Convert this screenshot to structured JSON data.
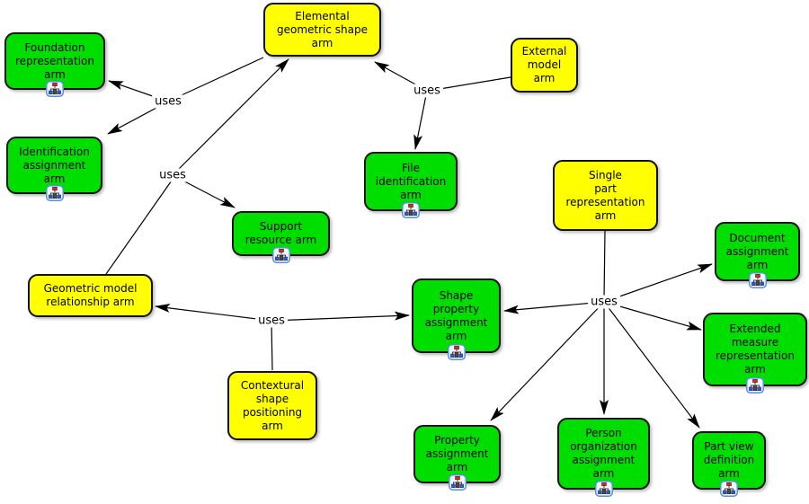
{
  "diagram_type": "concept-map",
  "colors": {
    "node_green": "#00de00",
    "node_yellow": "#ffff00",
    "node_border": "#111111",
    "connector": "#000000",
    "icon_border": "#5a8ede",
    "icon_node_red": "#c23328",
    "icon_node_blue": "#3457c4"
  },
  "nodes": {
    "foundation": {
      "label": "Foundation\nrepresentation\narm",
      "color": "green",
      "icon": "org-chart-resource-icon"
    },
    "identification": {
      "label": "Identification\nassignment\narm",
      "color": "green",
      "icon": "org-chart-resource-icon"
    },
    "elemental": {
      "label": "Elemental\ngeometric shape\narm",
      "color": "yellow"
    },
    "external": {
      "label": "External\nmodel\narm",
      "color": "yellow"
    },
    "file_id": {
      "label": "File\nidentification\narm",
      "color": "green",
      "icon": "org-chart-resource-icon"
    },
    "support": {
      "label": "Support\nresource arm",
      "color": "green",
      "icon": "org-chart-resource-icon"
    },
    "single_part": {
      "label": "Single\npart\nrepresentation\narm",
      "color": "yellow"
    },
    "geometric": {
      "label": "Geometric model\nrelationship arm",
      "color": "yellow"
    },
    "shape_property": {
      "label": "Shape\nproperty\nassignment\narm",
      "color": "green",
      "icon": "org-chart-resource-icon"
    },
    "document": {
      "label": "Document\nassignment\narm",
      "color": "green",
      "icon": "org-chart-resource-icon"
    },
    "extended": {
      "label": "Extended\nmeasure\nrepresentation\narm",
      "color": "green",
      "icon": "org-chart-resource-icon"
    },
    "contextural": {
      "label": "Contextural\nshape\npositioning\narm",
      "color": "yellow"
    },
    "property": {
      "label": "Property\nassignment\narm",
      "color": "green",
      "icon": "org-chart-resource-icon"
    },
    "person_org": {
      "label": "Person\norganization\nassignment\narm",
      "color": "green",
      "icon": "org-chart-resource-icon"
    },
    "part_view": {
      "label": "Part view\ndefinition\narm",
      "color": "green",
      "icon": "org-chart-resource-icon"
    }
  },
  "links": [
    {
      "label": "uses",
      "source": "elemental-geometric-shape-arm",
      "targets": [
        "foundation-representation-arm",
        "identification-assignment-arm"
      ]
    },
    {
      "label": "uses",
      "source": "geometric-model-relationship-arm",
      "targets": [
        "elemental-geometric-shape-arm",
        "support-resource-arm"
      ]
    },
    {
      "label": "uses",
      "source": "external-model-arm",
      "targets": [
        "elemental-geometric-shape-arm",
        "file-identification-arm"
      ]
    },
    {
      "label": "uses",
      "source": "single-part-representation-arm",
      "targets": [
        "shape-property-assignment-arm",
        "document-assignment-arm",
        "extended-measure-representation-arm",
        "part-view-definition-arm",
        "person-organization-assignment-arm",
        "property-assignment-arm"
      ]
    },
    {
      "label": "uses",
      "source": "contextural-shape-positioning-arm",
      "targets": [
        "geometric-model-relationship-arm",
        "shape-property-assignment-arm"
      ]
    }
  ]
}
